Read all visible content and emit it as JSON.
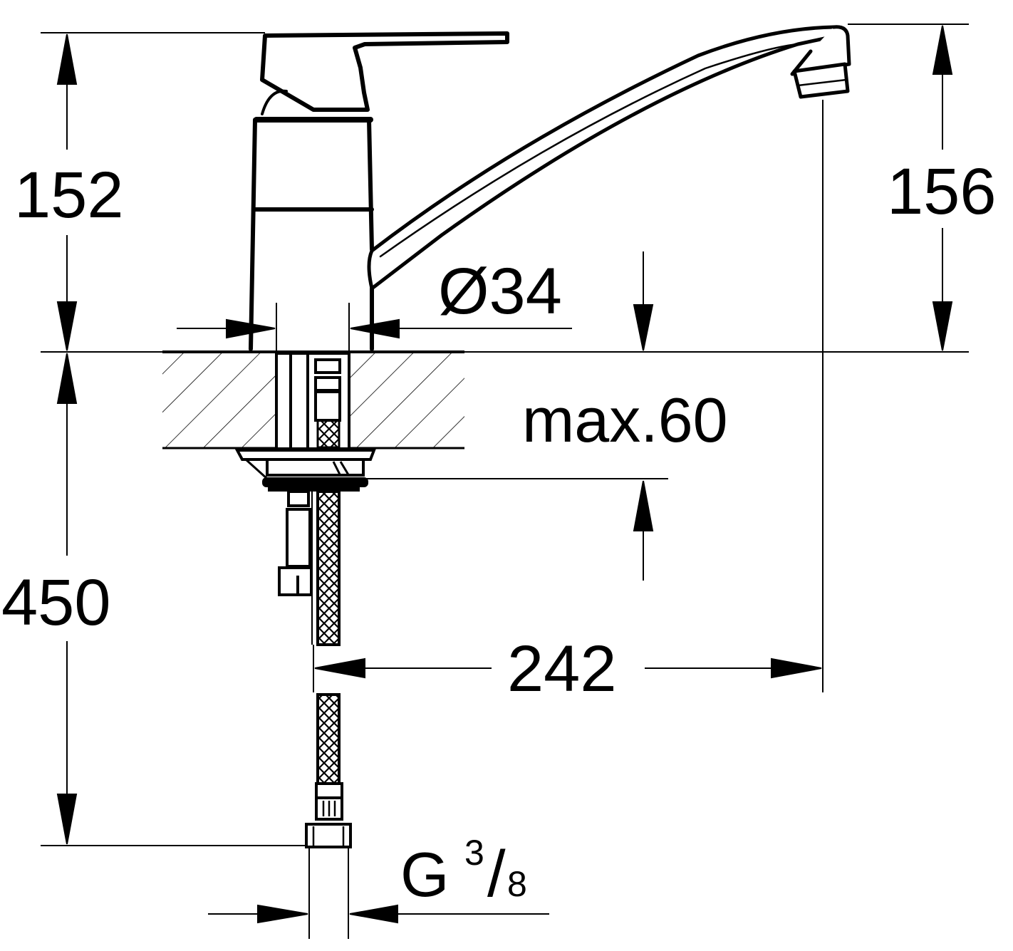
{
  "drawing": {
    "subject": "Single-lever kitchen sink mixer, side elevation with dimensions",
    "line_color": "#000000",
    "background_color": "#ffffff"
  },
  "dimensions": {
    "body_height": "152",
    "spout_height": "156",
    "base_diameter": "Ø34",
    "counter_thickness": "max.60",
    "hose_length": "450",
    "spout_reach": "242",
    "connection_thread_prefix": "G",
    "connection_thread_numerator": "3",
    "connection_thread_slash": "/",
    "connection_thread_denominator": "8"
  }
}
